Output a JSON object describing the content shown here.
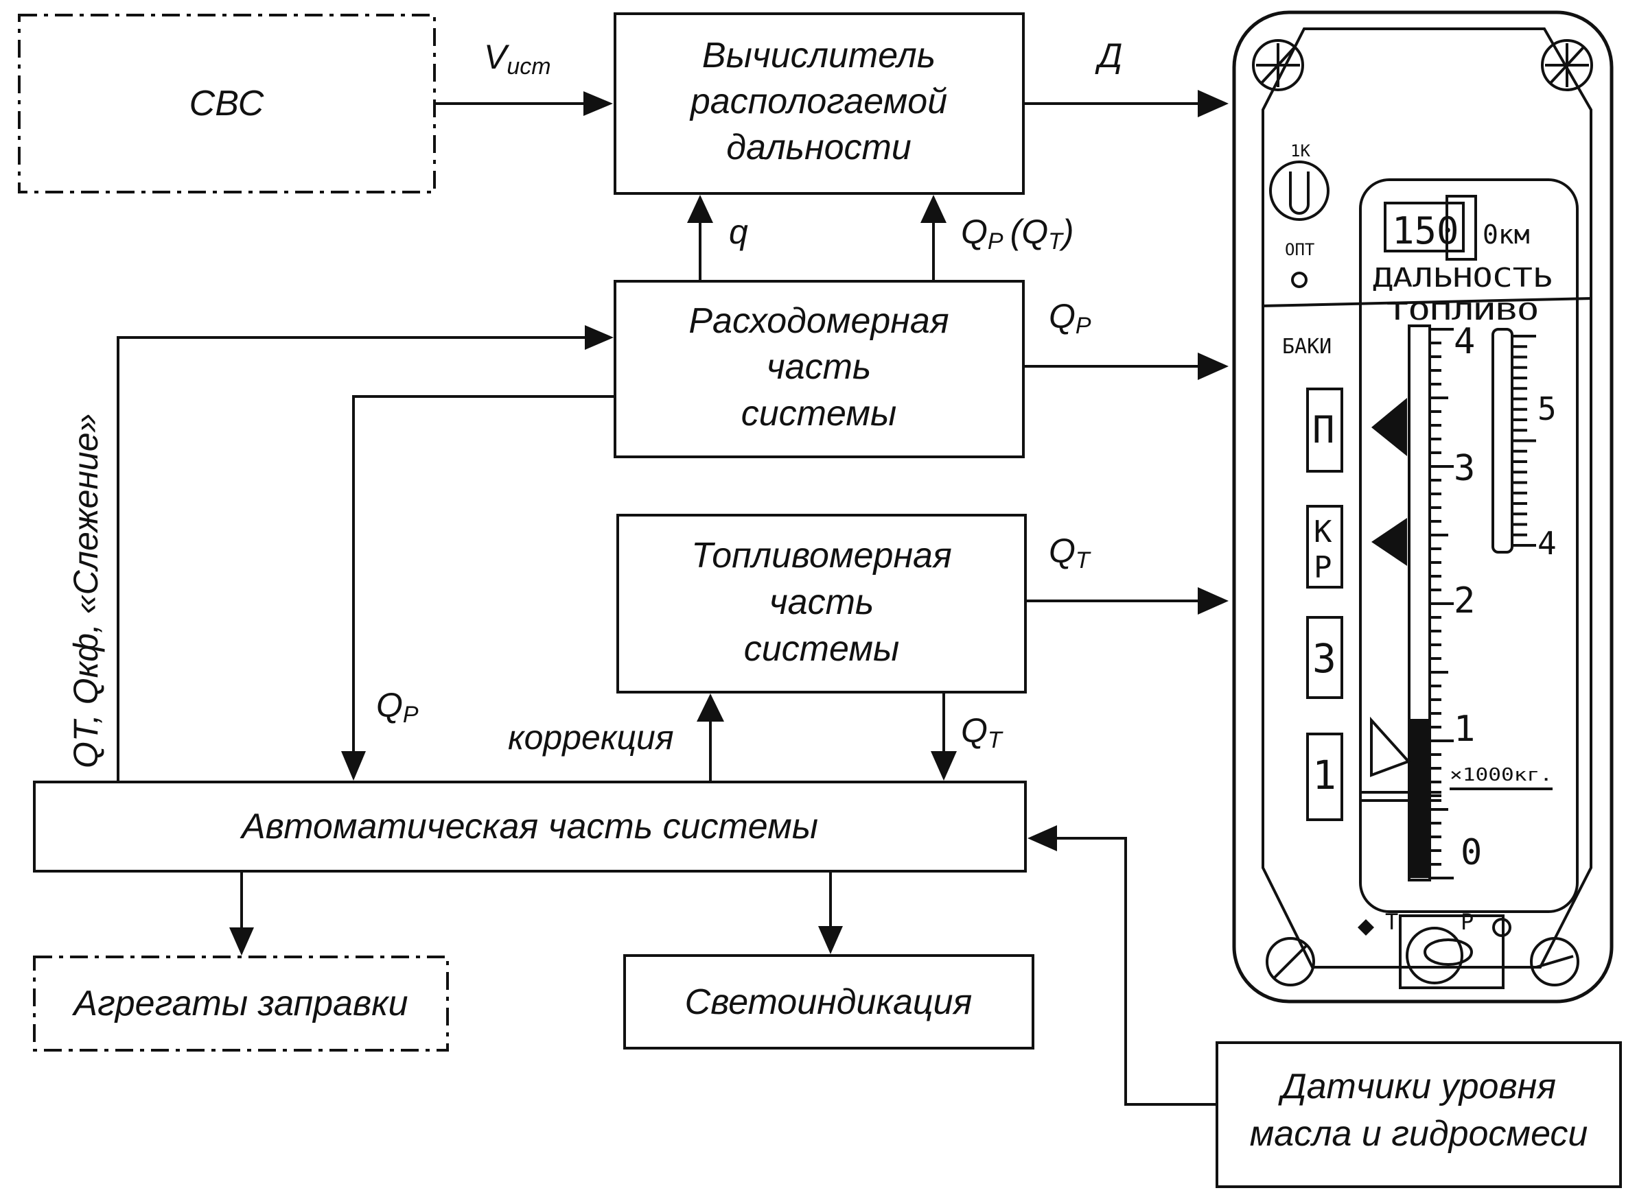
{
  "blocks": {
    "svs": "СВС",
    "computer": [
      "Вычислитель",
      "распологаемой",
      "дальности"
    ],
    "flowmeter": [
      "Расходомерная",
      "часть",
      "системы"
    ],
    "fuelgauge": [
      "Топливомерная",
      "часть",
      "системы"
    ],
    "automatic": "Автоматическая часть системы",
    "refuel": "Агрегаты заправки",
    "lights": "Светоиндикация",
    "sensors": [
      "Датчики уровня",
      "масла и гидросмеси"
    ]
  },
  "signals": {
    "v_main": "V",
    "v_sub": "ист",
    "range": "Д",
    "q": "q",
    "qp_qt_main": "Q",
    "qp_qt_sub": "Р",
    "qp_qt_paren": "(Q",
    "qp_qt_paren_sub": "Т",
    "qp_qt_close": ")",
    "qp_out_main": "Q",
    "qp_out_sub": "Р",
    "qt_out_main": "Q",
    "qt_out_sub": "Т",
    "qp_down_main": "Q",
    "qp_down_sub": "Р",
    "correction": "коррекция",
    "qt_down_main": "Q",
    "qt_down_sub": "Т",
    "tracking": "QТ, Qкф, «Слежение»"
  },
  "instrument": {
    "label_1k": "1К",
    "label_opt": "ОПТ",
    "range_value": "150",
    "range_suffix": "0км",
    "range_label": "ДАЛЬНОСТЬ",
    "fuel_label": "ТОПЛИВО",
    "tanks_label": "БАКИ",
    "tanks": [
      "П",
      "К\nР",
      "3",
      "1"
    ],
    "main_scale": [
      "4",
      "3",
      "2",
      "1",
      "0"
    ],
    "side_scale": [
      "5",
      "4"
    ],
    "multiplier": "×1000кг.",
    "knob_t": "Т",
    "knob_p": "Р",
    "main_fill_fraction": 0.29
  }
}
